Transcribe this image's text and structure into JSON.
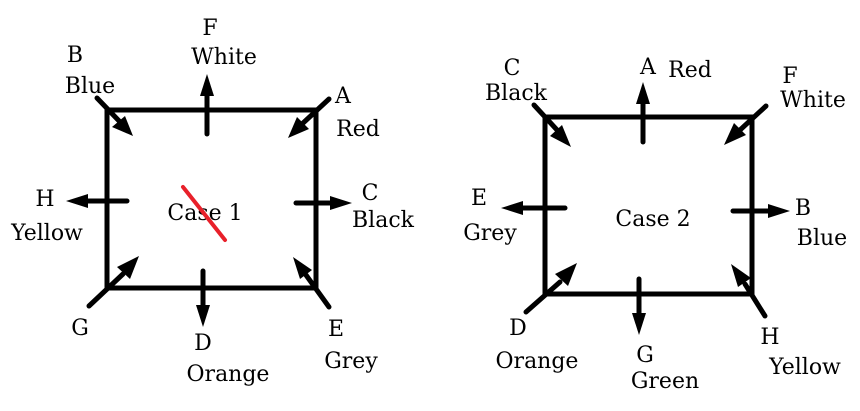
{
  "diagram": {
    "cases": [
      {
        "title": "Case 1",
        "title_struck_through": true,
        "labels": [
          {
            "letter": "B",
            "color": "Blue",
            "position": "top-left-corner",
            "direction": "inward"
          },
          {
            "letter": "F",
            "color": "White",
            "position": "top-middle",
            "direction": "outward"
          },
          {
            "letter": "A",
            "color": "Red",
            "position": "top-right-corner",
            "direction": "inward"
          },
          {
            "letter": "H",
            "color": "Yellow",
            "position": "left-middle",
            "direction": "outward"
          },
          {
            "letter": "C",
            "color": "Black",
            "position": "right-middle",
            "direction": "outward"
          },
          {
            "letter": "G",
            "color": "",
            "position": "bottom-left-corner",
            "direction": "inward"
          },
          {
            "letter": "D",
            "color": "Orange",
            "position": "bottom-middle",
            "direction": "outward"
          },
          {
            "letter": "E",
            "color": "Grey",
            "position": "bottom-right-corner",
            "direction": "inward"
          }
        ]
      },
      {
        "title": "Case 2",
        "title_struck_through": false,
        "labels": [
          {
            "letter": "C",
            "color": "Black",
            "position": "top-left-corner",
            "direction": "inward"
          },
          {
            "letter": "A",
            "color": "Red",
            "position": "top-middle",
            "direction": "outward"
          },
          {
            "letter": "F",
            "color": "White",
            "position": "top-right-corner",
            "direction": "inward"
          },
          {
            "letter": "E",
            "color": "Grey",
            "position": "left-middle",
            "direction": "outward"
          },
          {
            "letter": "B",
            "color": "Blue",
            "position": "right-middle",
            "direction": "outward"
          },
          {
            "letter": "D",
            "color": "Orange",
            "position": "bottom-left-corner",
            "direction": "inward"
          },
          {
            "letter": "G",
            "color": "Green",
            "position": "bottom-middle",
            "direction": "outward"
          },
          {
            "letter": "H",
            "color": "Yellow",
            "position": "bottom-right-corner",
            "direction": "inward"
          }
        ]
      }
    ],
    "colors": {
      "line": "#000000",
      "strike": "#e8202a",
      "text": "#000000"
    }
  }
}
